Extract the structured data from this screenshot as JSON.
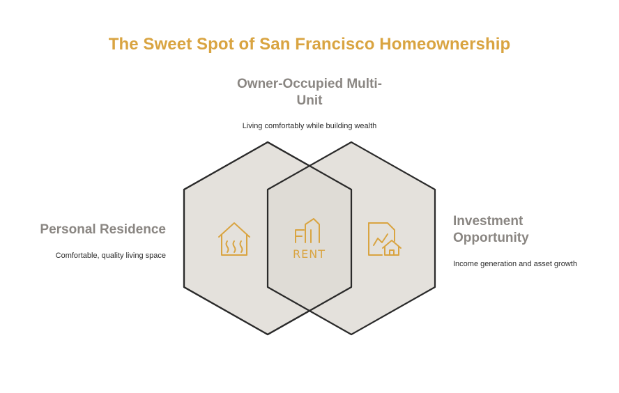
{
  "title": "The Sweet Spot of San Francisco Homeownership",
  "top": {
    "heading": "Owner-Occupied Multi-Unit",
    "description": "Living comfortably while building wealth",
    "icon": "rent-building-icon"
  },
  "left": {
    "heading": "Personal Residence",
    "description": "Comfortable, quality living space",
    "icon": "warm-house-icon"
  },
  "right": {
    "heading": "Investment Opportunity",
    "description": "Income generation and asset growth",
    "icon": "chart-house-icon"
  },
  "rent_label": "RENT",
  "colors": {
    "accent": "#d9a441",
    "heading": "#8a8682",
    "hex_fill": "#dedad4",
    "outline": "#2a2a2a"
  }
}
